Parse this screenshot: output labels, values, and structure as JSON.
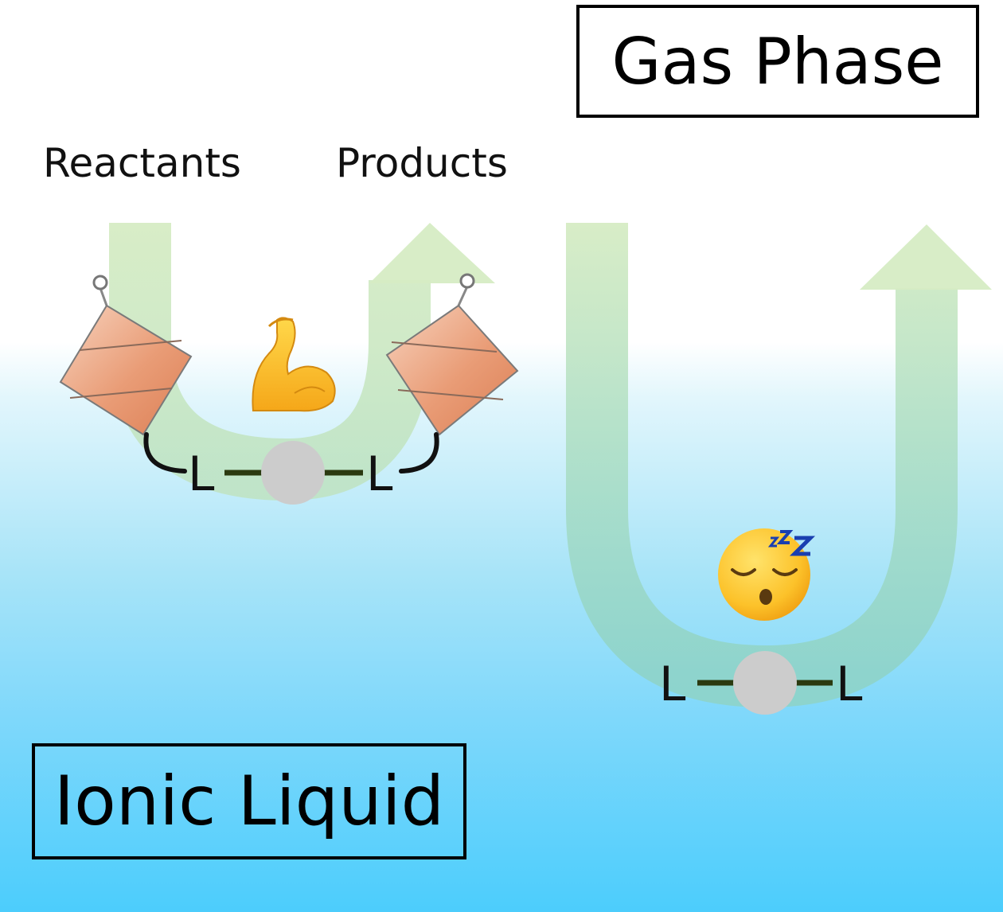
{
  "labels": {
    "gas_phase": "Gas Phase",
    "ionic_liquid": "Ionic Liquid",
    "reactants": "Reactants",
    "products": "Products",
    "ligand": "L"
  },
  "icons": {
    "active_catalyst": "flexed-biceps-icon",
    "inactive_catalyst": "sleeping-face-icon"
  },
  "colors": {
    "gas_phase_bg": "#ffffff",
    "ionic_liquid_bg": "#4ccdfc",
    "arrow": "#c8e8b8",
    "metal_center": "#cccccc",
    "ligand_line": "#2b3a10",
    "reactor": "#e8906a"
  }
}
